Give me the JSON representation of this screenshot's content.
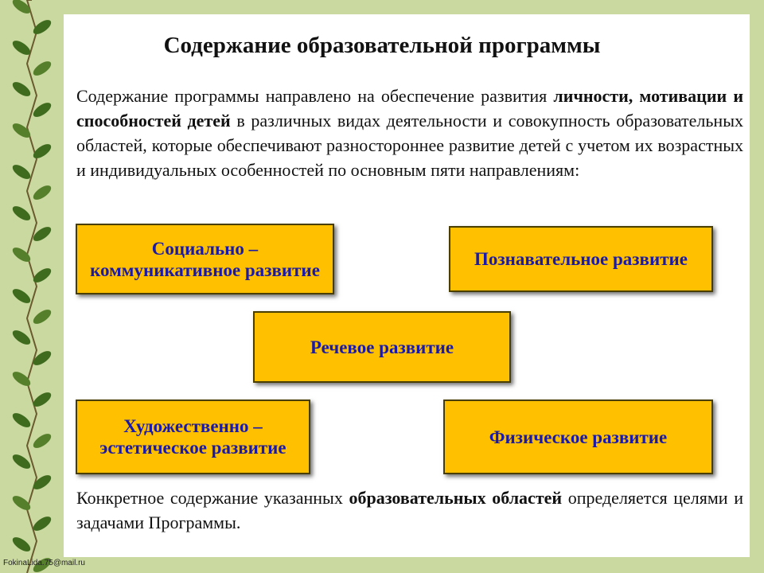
{
  "slide": {
    "title": "Содержание  образовательной программы",
    "intro": [
      {
        "text": "Содержание программы направлено на обеспечение развития  ",
        "bold": false
      },
      {
        "text": "личности, мотивации и способностей детей",
        "bold": true
      },
      {
        "text": " в различных видах деятельности и совокупность образовательных областей, которые обеспечивают разностороннее развитие детей с учетом их возрастных и индивидуальных особенностей по основным пяти направлениям:",
        "bold": false
      }
    ],
    "areas": [
      "Социально – коммуникативное развитие",
      "Познавательное развитие",
      "Речевое развитие",
      "Художественно – эстетическое развитие",
      "Физическое развитие"
    ],
    "outro": [
      {
        "text": "Конкретное содержание указанных ",
        "bold": false
      },
      {
        "text": "образовательных областей",
        "bold": true
      },
      {
        "text": " определяется целями и задачами Программы.",
        "bold": false
      }
    ],
    "watermark": "FokinaLida.75@mail.ru"
  },
  "colors": {
    "background": "#c9d9a0",
    "box_fill": "#ffc000",
    "box_text": "#1a1aa8",
    "leaf": "#3f6b1e"
  },
  "icons": [
    "leaf-vine-decoration"
  ]
}
